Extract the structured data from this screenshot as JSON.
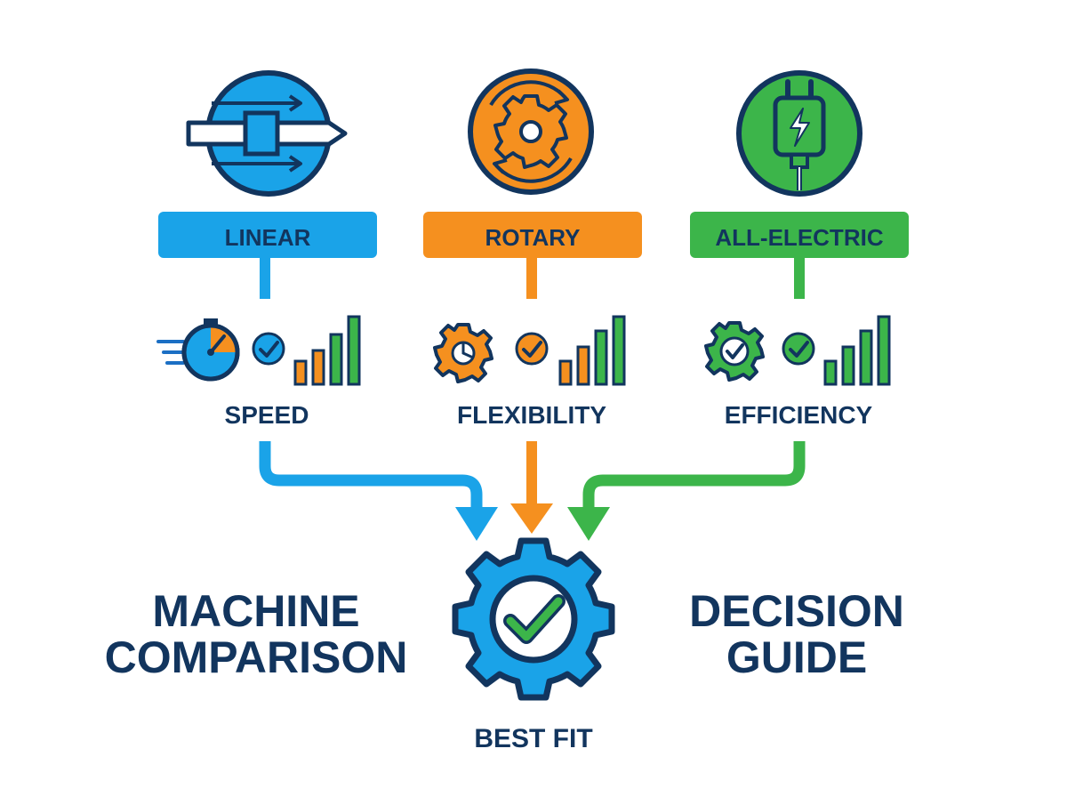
{
  "colors": {
    "navy": "#12355e",
    "blue": "#1aa3e8",
    "blue_dark": "#1b6fc4",
    "orange": "#f5901f",
    "green": "#3cb54a",
    "white": "#ffffff"
  },
  "categories": [
    {
      "id": "linear",
      "label": "LINEAR",
      "icon": "linear-motion-icon",
      "metric_label": "SPEED",
      "metric_icon": "stopwatch-icon",
      "color": "#1aa3e8"
    },
    {
      "id": "rotary",
      "label": "ROTARY",
      "icon": "rotating-gear-icon",
      "metric_label": "FLEXIBILITY",
      "metric_icon": "gear-icon",
      "color": "#f5901f"
    },
    {
      "id": "all-electric",
      "label": "ALL-ELECTRIC",
      "icon": "electric-plug-icon",
      "metric_label": "EFFICIENCY",
      "metric_icon": "gear-check-icon",
      "color": "#3cb54a"
    }
  ],
  "left_title": {
    "line1": "MACHINE",
    "line2": "COMPARISON"
  },
  "right_title": {
    "line1": "DECISION",
    "line2": "GUIDE"
  },
  "result": {
    "label": "BEST FIT",
    "icon": "gear-check-icon"
  }
}
